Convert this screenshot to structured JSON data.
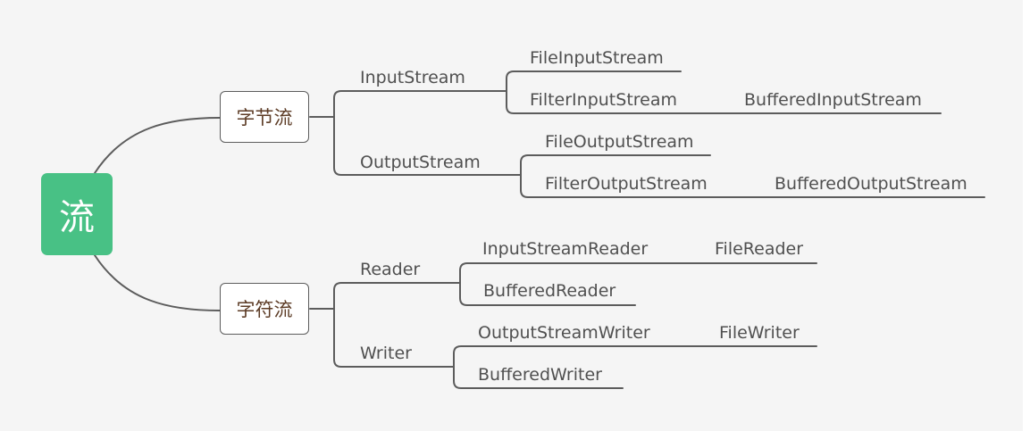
{
  "root": {
    "label": "流"
  },
  "byte_stream": {
    "label": "字节流",
    "input": {
      "label": "InputStream",
      "file": "FileInputStream",
      "filter": "FilterInputStream",
      "buffered": "BufferedInputStream"
    },
    "output": {
      "label": "OutputStream",
      "file": "FileOutputStream",
      "filter": "FilterOutputStream",
      "buffered": "BufferedOutputStream"
    }
  },
  "char_stream": {
    "label": "字符流",
    "reader": {
      "label": "Reader",
      "bridge": "InputStreamReader",
      "file": "FileReader",
      "buffered": "BufferedReader"
    },
    "writer": {
      "label": "Writer",
      "bridge": "OutputStreamWriter",
      "file": "FileWriter",
      "buffered": "BufferedWriter"
    }
  },
  "colors": {
    "background": "#f5f5f5",
    "root_fill": "#48c185",
    "line": "#5c5c5c",
    "main_text": "#5c3b25",
    "text": "#505050"
  }
}
